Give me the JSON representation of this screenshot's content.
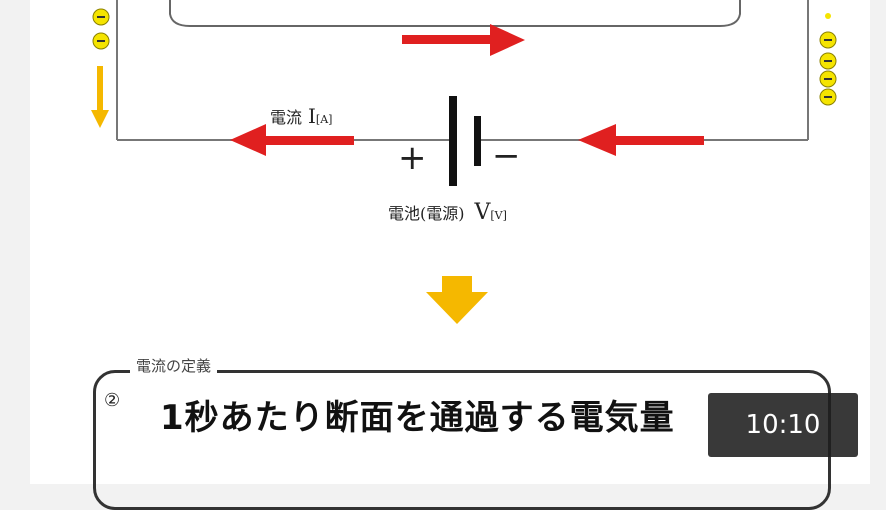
{
  "diagram": {
    "current_label": "電流",
    "current_symbol": "I",
    "current_unit": "[A]",
    "battery_label": "電池(電源)",
    "voltage_symbol": "V",
    "voltage_unit": "[V]",
    "plus_sign": "+",
    "minus_sign": "−"
  },
  "definition": {
    "legend": "電流の定義",
    "number": "②",
    "text": "1秒あたり断面を通過する電気量"
  },
  "video": {
    "timestamp": "10:10"
  },
  "colors": {
    "arrow": "#e02020",
    "electron_yellow": "#f5e400",
    "flow_arrow_orange": "#f5b800"
  }
}
